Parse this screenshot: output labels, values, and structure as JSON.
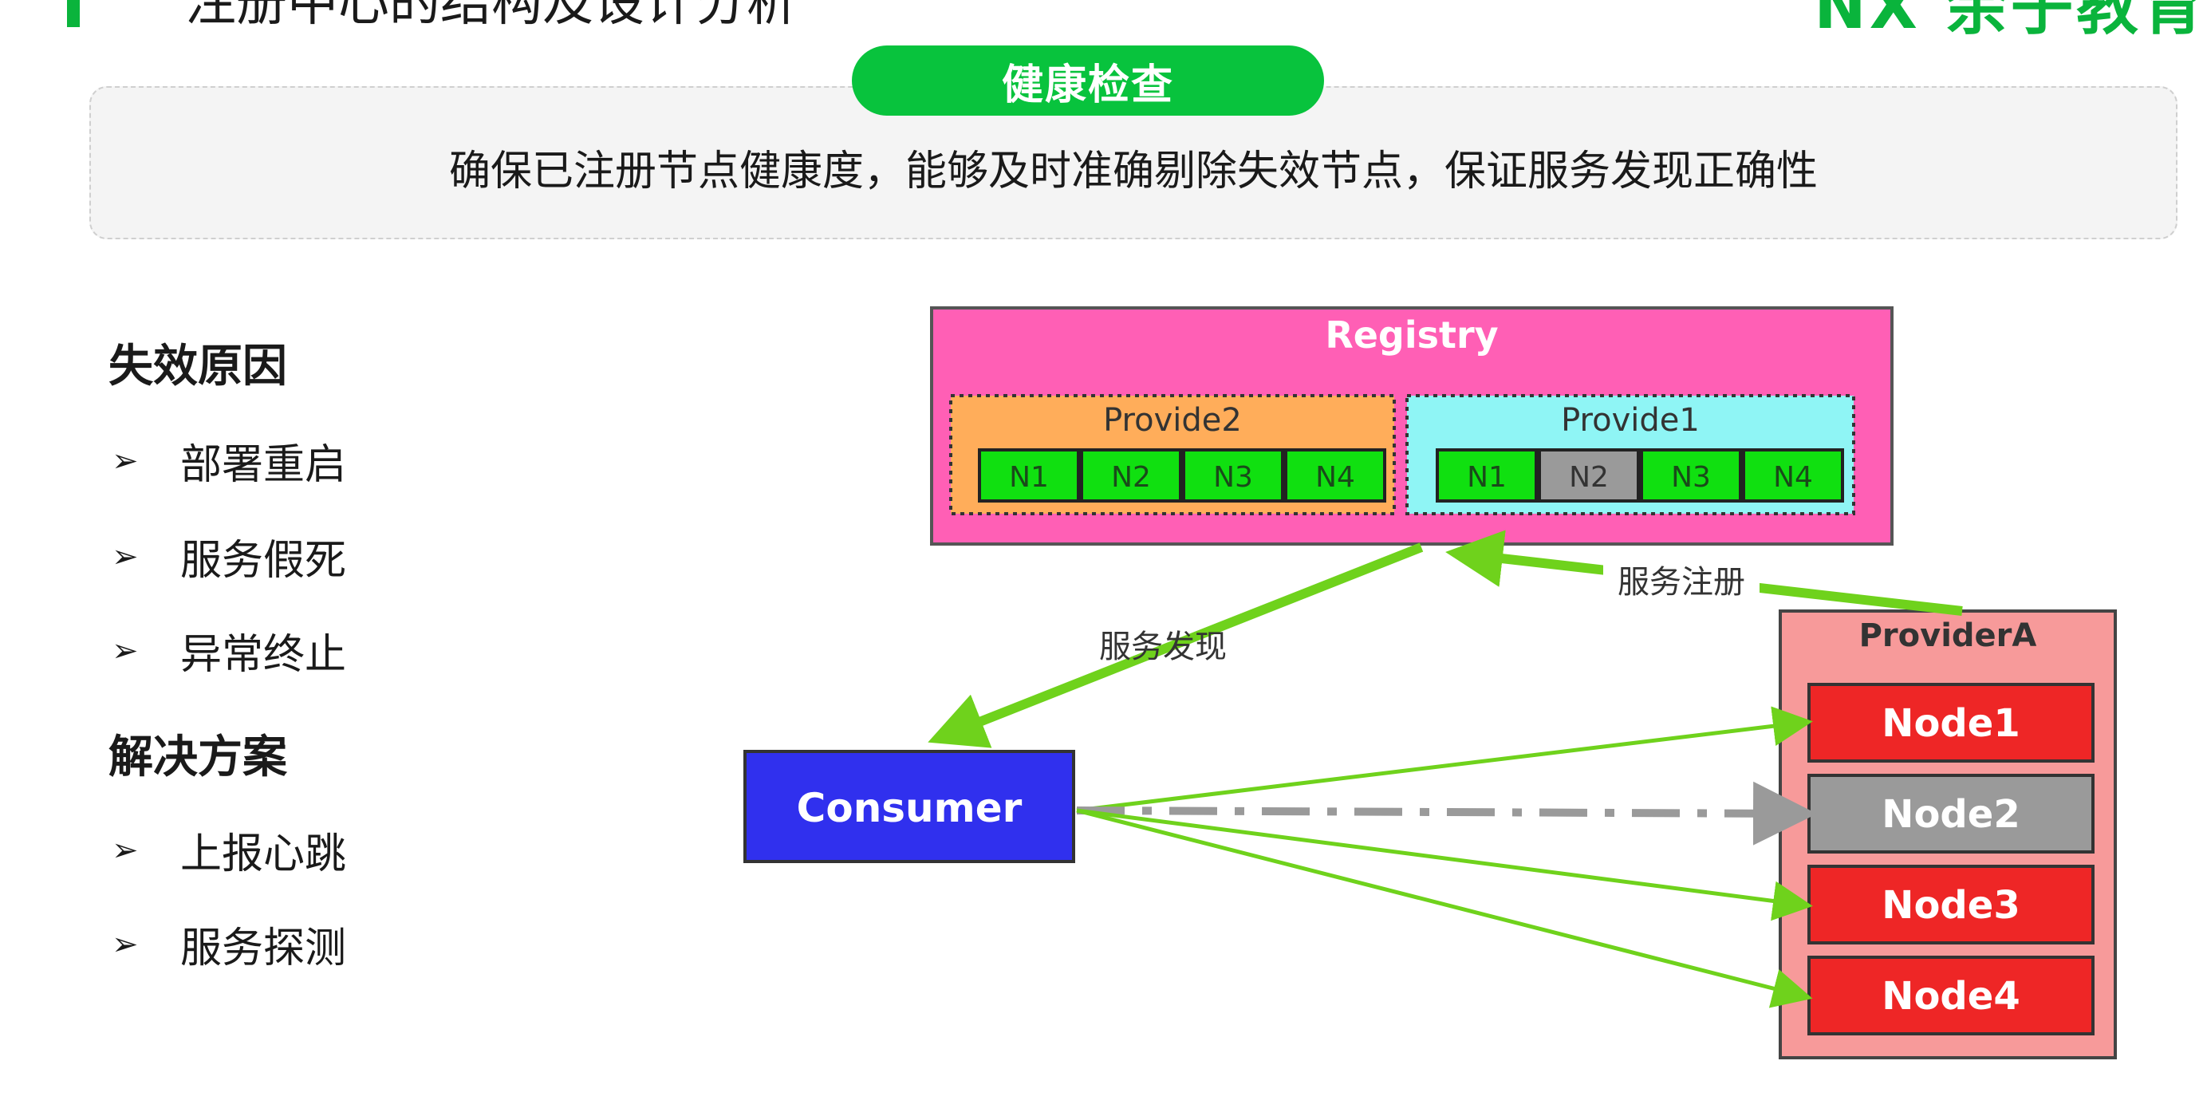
{
  "header": {
    "title": "注册中心的结构及设计分析",
    "brand": "NX 余子教育"
  },
  "banner": {
    "pill_label": "健康检查",
    "description": "确保已注册节点健康度，能够及时准确剔除失效节点，保证服务发现正确性"
  },
  "failure_causes": {
    "heading": "失效原因",
    "items": [
      "部署重启",
      "服务假死",
      "异常终止"
    ]
  },
  "solutions": {
    "heading": "解决方案",
    "items": [
      "上报心跳",
      "服务探测"
    ]
  },
  "bullet_glyph": "➢",
  "diagram": {
    "registry": {
      "label": "Registry",
      "provide2": {
        "label": "Provide2",
        "nodes": [
          "N1",
          "N2",
          "N3",
          "N4"
        ]
      },
      "provide1": {
        "label": "Provide1",
        "nodes": [
          "N1",
          "N2",
          "N3",
          "N4"
        ],
        "failed_index": 1
      }
    },
    "consumer_label": "Consumer",
    "provider": {
      "label": "ProviderA",
      "nodes": [
        "Node1",
        "Node2",
        "Node3",
        "Node4"
      ],
      "failed_index": 1
    },
    "edge_labels": {
      "discovery": "服务发现",
      "registration": "服务注册"
    },
    "colors": {
      "brand_green": "#08c33d",
      "arrow_green": "#6fd21c",
      "failed_gray": "#9a9a9a",
      "registry_pink": "#ff5fb5",
      "provide2_orange": "#ffad5a",
      "provide1_cyan": "#8ff5f5",
      "node_green": "#10e010",
      "consumer_blue": "#3030ee",
      "provider_bg": "#f79a9a",
      "node_red": "#ee2626"
    }
  }
}
